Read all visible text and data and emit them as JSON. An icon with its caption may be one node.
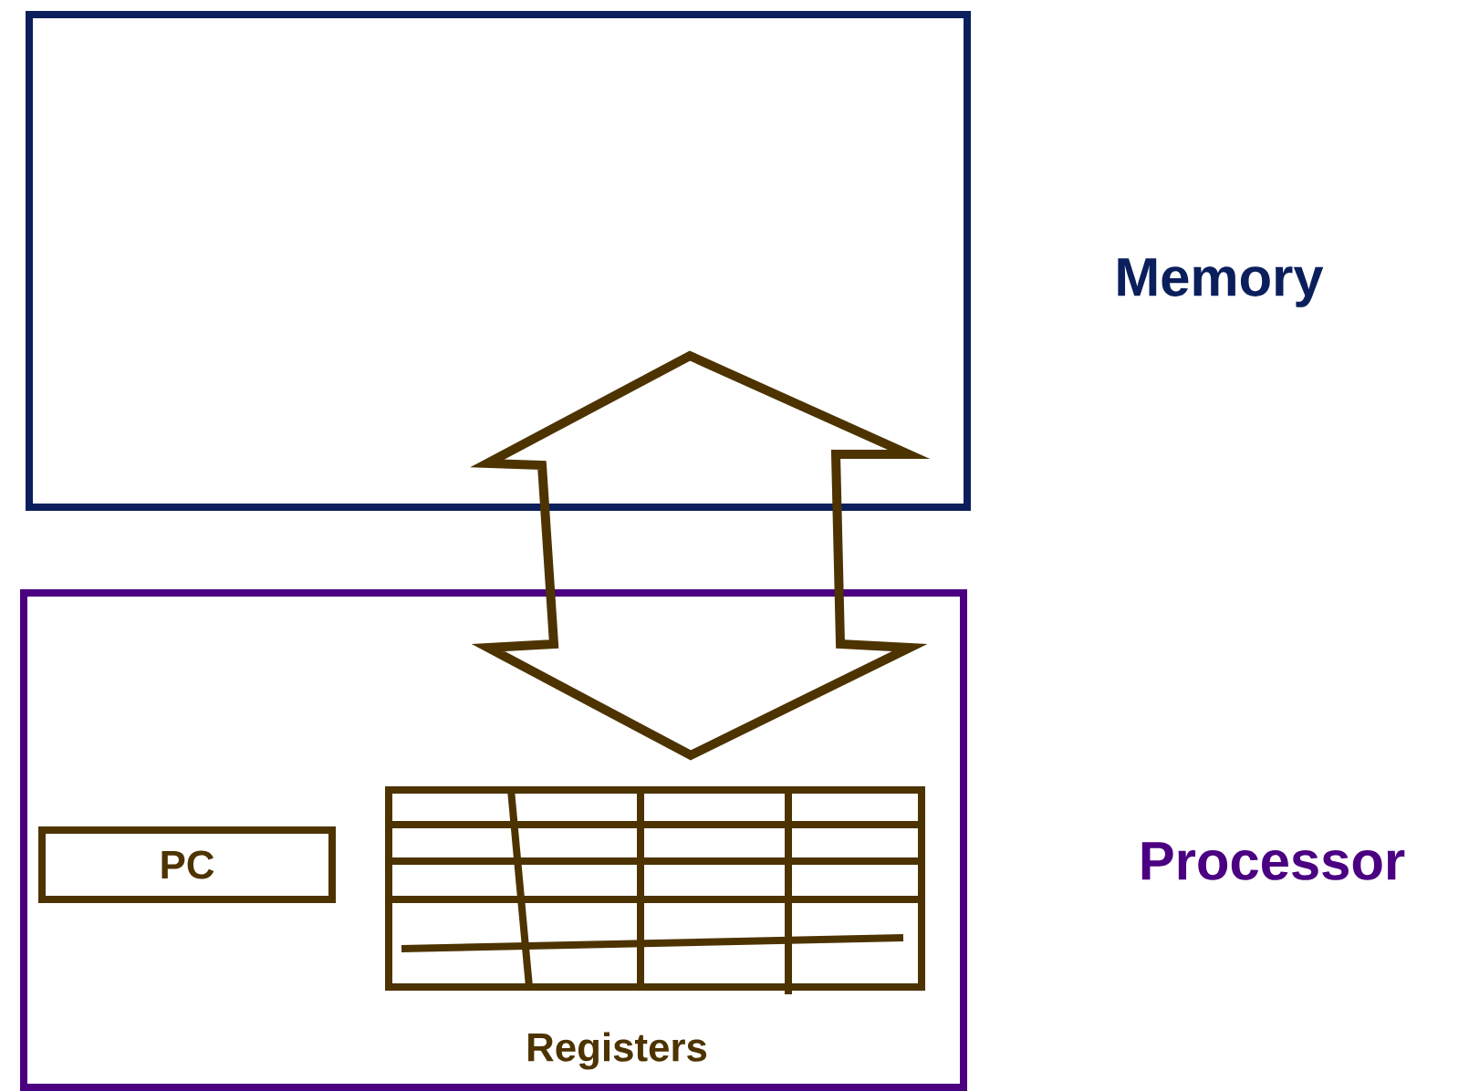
{
  "diagram": {
    "nodes": [
      {
        "text": [
          "Memory"
        ]
      },
      {
        "text": [
          "Processor"
        ]
      },
      {
        "text": [
          "PC"
        ],
        "in": 1
      },
      {
        "text": [
          "Registers"
        ],
        "in": 1
      }
    ],
    "edges": [
      {
        "from": 0,
        "to": 1,
        "arrow": "both",
        "style": "thick"
      }
    ]
  }
}
